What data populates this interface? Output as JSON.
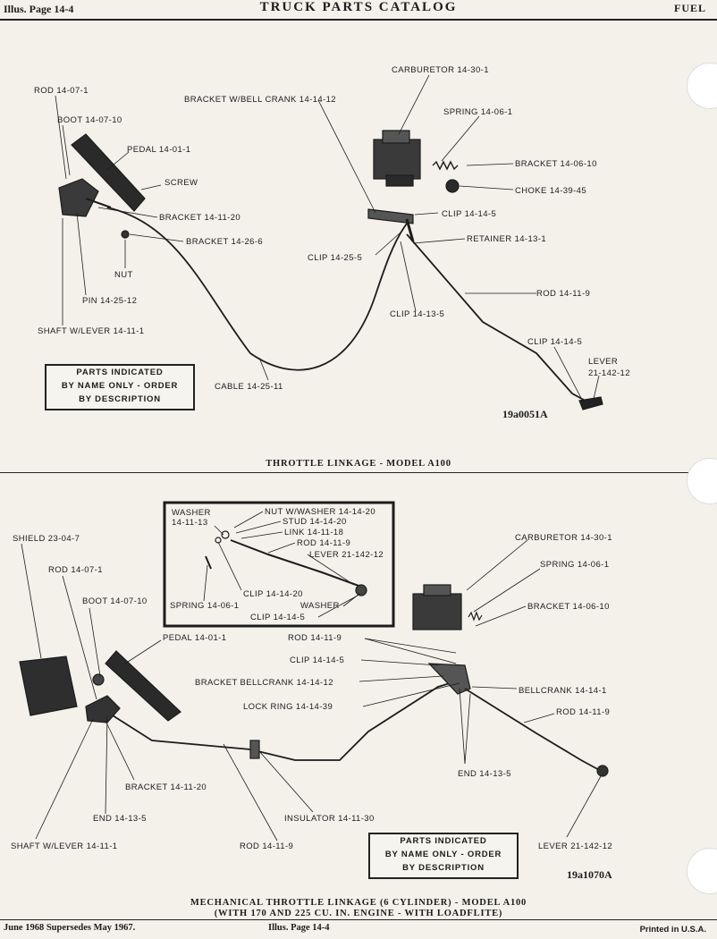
{
  "header": {
    "left": "Illus. Page 14-4",
    "title": "TRUCK PARTS CATALOG",
    "right": "FUEL"
  },
  "diagram1": {
    "caption": "THROTTLE LINKAGE - MODEL A100",
    "figure_number": "19a0051A",
    "note": [
      "PARTS INDICATED",
      "BY NAME ONLY - ORDER",
      "BY DESCRIPTION"
    ],
    "labels": {
      "rod": "ROD 14-07-1",
      "boot": "BOOT 14-07-10",
      "pedal": "PEDAL 14-01-1",
      "screw": "SCREW",
      "bracket1": "BRACKET 14-11-20",
      "bracket2": "BRACKET 14-26-6",
      "nut": "NUT",
      "pin": "PIN 14-25-12",
      "shaft": "SHAFT W/LEVER 14-11-1",
      "cable": "CABLE 14-25-11",
      "bellcrank": "BRACKET W/BELL CRANK 14-14-12",
      "carburetor": "CARBURETOR 14-30-1",
      "spring": "SPRING 14-06-1",
      "bracket3": "BRACKET 14-06-10",
      "choke": "CHOKE 14-39-45",
      "clip1": "CLIP 14-14-5",
      "clip2": "CLIP 14-25-5",
      "retainer": "RETAINER 14-13-1",
      "rod2": "ROD 14-11-9",
      "clip3": "CLIP 14-13-5",
      "clip4": "CLIP 14-14-5",
      "lever1": "LEVER",
      "lever2": "21-142-12"
    }
  },
  "diagram2": {
    "caption1": "MECHANICAL THROTTLE LINKAGE (6 CYLINDER) - MODEL A100",
    "caption2": "(WITH 170 AND 225 CU. IN. ENGINE - WITH LOADFLITE)",
    "figure_number": "19a1070A",
    "note": [
      "PARTS INDICATED",
      "BY NAME ONLY - ORDER",
      "BY DESCRIPTION"
    ],
    "inset_labels": {
      "washer1": "WASHER",
      "washer1b": "14-11-13",
      "nut_washer": "NUT W/WASHER 14-14-20",
      "stud": "STUD 14-14-20",
      "link": "LINK 14-11-18",
      "rod": "ROD 14-11-9",
      "lever": "LEVER 21-142-12",
      "clip1": "CLIP 14-14-20",
      "spring": "SPRING 14-06-1",
      "washer2": "WASHER",
      "clip2": "CLIP 14-14-5"
    },
    "labels": {
      "shield": "SHIELD 23-04-7",
      "rod1": "ROD 14-07-1",
      "boot": "BOOT 14-07-10",
      "pedal": "PEDAL 14-01-1",
      "bracket1": "BRACKET 14-11-20",
      "end1": "END 14-13-5",
      "shaft": "SHAFT W/LEVER 14-11-1",
      "rod2": "ROD 14-11-9",
      "insulator": "INSULATOR 14-11-30",
      "carburetor": "CARBURETOR 14-30-1",
      "spring": "SPRING 14-06-1",
      "bracket2": "BRACKET 14-06-10",
      "rod3": "ROD 14-11-9",
      "clip": "CLIP 14-14-5",
      "bracket_bellcrank": "BRACKET  BELLCRANK 14-14-12",
      "bellcrank": "BELLCRANK 14-14-1",
      "lockring": "LOCK RING 14-14-39",
      "rod4": "ROD 14-11-9",
      "end2": "END 14-13-5",
      "lever": "LEVER 21-142-12"
    }
  },
  "footer": {
    "left": "June 1968 Supersedes May 1967.",
    "middle": "Illus. Page 14-4",
    "right": "Printed in U.S.A."
  }
}
